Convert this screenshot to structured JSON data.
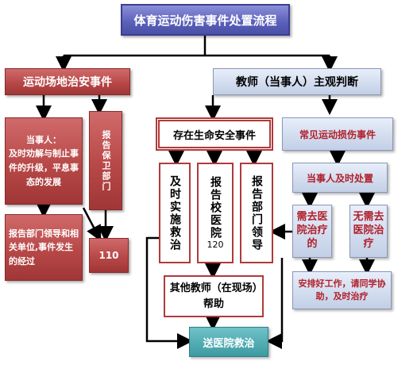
{
  "title": "体育运动伤害事件处置流程",
  "left_branch": {
    "heading": "运动场地治安事件",
    "party_box": "当事人：\n及时劝解与制止事件的升级，平息事态的发展",
    "report_security": "报告保卫部门",
    "report_dept": "报告部门领导和相关单位,事件发生的经过",
    "police": "110"
  },
  "right_branch": {
    "heading": "教师（当事人）主观判断",
    "life_safety": "存在生命安全事件",
    "rescue": "及时实施救治",
    "hospital_120": "报告校医院",
    "hospital_120_num": "120",
    "report_leader": "报告部门领导",
    "other_teachers": "其他教师（在现场）帮助",
    "common_injury": "常见运动损伤事件",
    "timely_handle": "当事人及时处置",
    "need_hospital": "需去医院治疗的",
    "no_hospital": "无需去医院治疗",
    "arrange_work": "安排好工作，请同学协助，及时治疗"
  },
  "send_hospital": "送医院救治"
}
